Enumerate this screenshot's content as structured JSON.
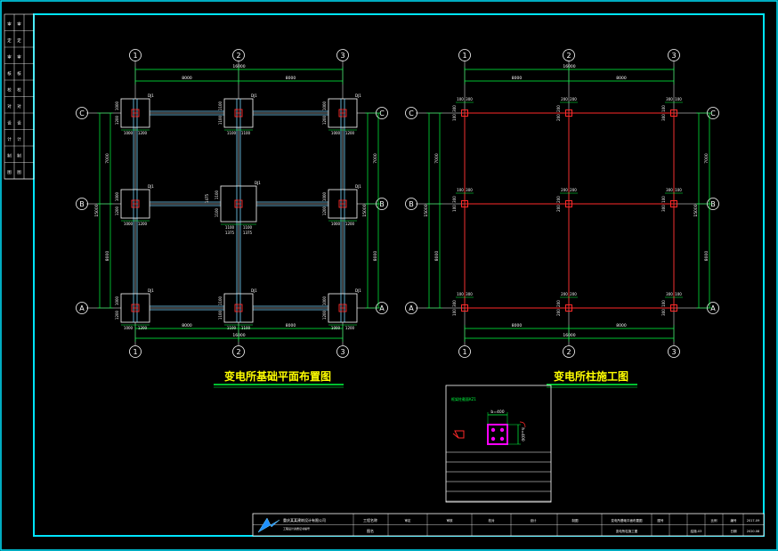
{
  "drawing": {
    "background": "#000000",
    "colors": {
      "frame": "#00e5ff",
      "white": "#ffffff",
      "dim": "#00ff40",
      "grid_red": "#ff2a2a",
      "beam_blue": "#7ad7ff",
      "title_yellow": "#ffff00",
      "magenta": "#ff00ff"
    }
  },
  "plans": {
    "foundation_title": "变电所基础平面布置图",
    "column_title": "变电所柱施工图",
    "axis_labels": {
      "numbers": [
        "1",
        "2",
        "3"
      ],
      "letters": [
        "C",
        "B",
        "A"
      ]
    },
    "overall_x": "16000",
    "overall_y": "15000",
    "span_x": [
      "8000",
      "8000"
    ],
    "span_y": [
      "7000",
      "8000"
    ],
    "foundation": {
      "tag": "DJ1",
      "footing_dims_side": [
        "1000",
        "1200"
      ],
      "footing_dims_mid": [
        "1100",
        "1100"
      ],
      "center_dim": "1375",
      "center_dim_v": "1475"
    },
    "column": {
      "tag_dims_corner": [
        "100",
        "300"
      ],
      "tag_dims_mid": [
        "200",
        "200"
      ],
      "tag_dims_right": [
        "300",
        "100"
      ]
    }
  },
  "detail": {
    "heading": "框架柱截面KZ1",
    "dim_b": "b=400",
    "dim_h": "h=400",
    "table_rows": 5
  },
  "side_strip": {
    "rows": [
      "审",
      "定",
      "审",
      "核",
      "校",
      "对",
      "设",
      "计",
      "制",
      "图"
    ]
  },
  "title_block": {
    "company": "重庆某某建筑设计有限公司",
    "company_sub": "工程设计资质证书编号",
    "project_label": "工程名称",
    "drawing_label": "图名",
    "drawing_name": "变电所基础平面布置图",
    "drawing_name2": "变电所柱施工图",
    "sheet_label": "图号",
    "sheet_no": "结施-03",
    "scale_label": "比例",
    "date_label": "日期",
    "date": "2020.08",
    "no_label": "编号",
    "no": "2017-09",
    "cells": [
      "审定",
      "审核",
      "校对",
      "设计",
      "制图",
      "专业负责人"
    ]
  }
}
